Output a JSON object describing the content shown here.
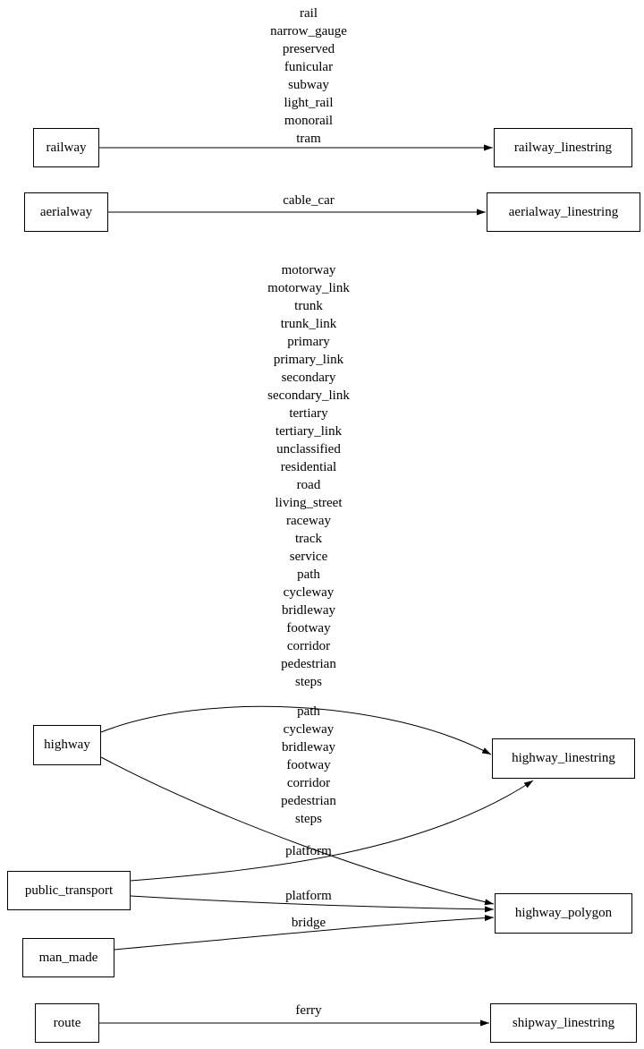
{
  "nodes": {
    "railway": "railway",
    "railway_linestring": "railway_linestring",
    "aerialway": "aerialway",
    "aerialway_linestring": "aerialway_linestring",
    "highway": "highway",
    "highway_linestring": "highway_linestring",
    "public_transport": "public_transport",
    "highway_polygon": "highway_polygon",
    "man_made": "man_made",
    "route": "route",
    "shipway_linestring": "shipway_linestring"
  },
  "edges": [
    {
      "from": "railway",
      "to": "railway_linestring",
      "label": "rail\nnarrow_gauge\npreserved\nfunicular\nsubway\nlight_rail\nmonorail\ntram"
    },
    {
      "from": "aerialway",
      "to": "aerialway_linestring",
      "label": "cable_car"
    },
    {
      "from": "highway",
      "to": "highway_linestring",
      "label": "motorway\nmotorway_link\ntrunk\ntrunk_link\nprimary\nprimary_link\nsecondary\nsecondary_link\ntertiary\ntertiary_link\nunclassified\nresidential\nroad\nliving_street\nraceway\ntrack\nservice\npath\ncycleway\nbridleway\nfootway\ncorridor\npedestrian\nsteps"
    },
    {
      "from": "highway",
      "to": "highway_polygon",
      "label": "path\ncycleway\nbridleway\nfootway\ncorridor\npedestrian\nsteps"
    },
    {
      "from": "public_transport",
      "to": "highway_linestring",
      "label": "platform"
    },
    {
      "from": "public_transport",
      "to": "highway_polygon",
      "label": "platform"
    },
    {
      "from": "man_made",
      "to": "highway_polygon",
      "label": "bridge"
    },
    {
      "from": "route",
      "to": "shipway_linestring",
      "label": "ferry"
    }
  ],
  "colors": {
    "background": "#ffffff",
    "node_border": "#000000",
    "text": "#000000",
    "edge": "#000000"
  }
}
